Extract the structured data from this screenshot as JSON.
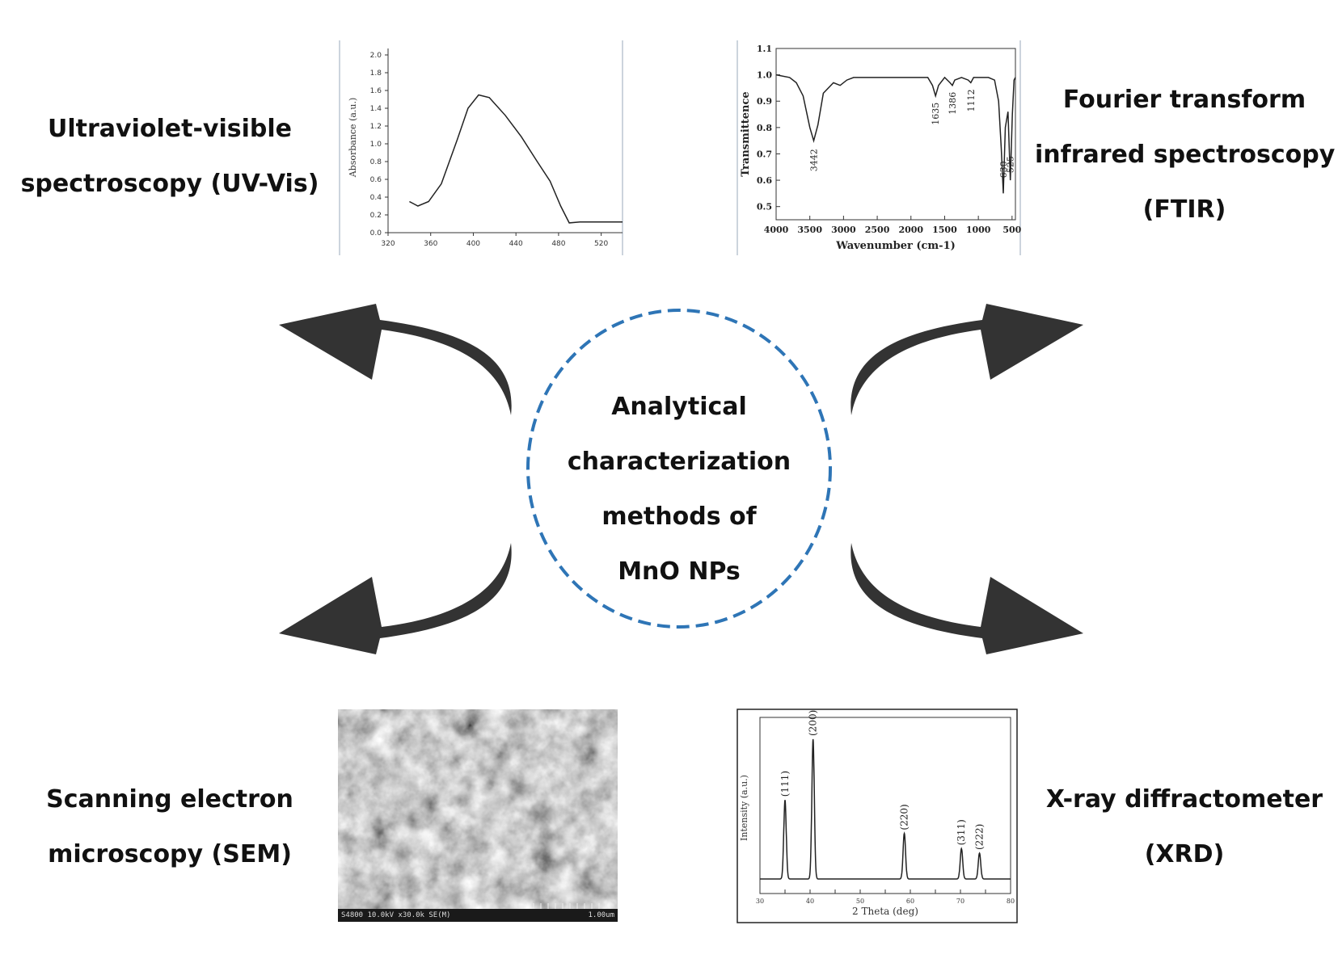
{
  "center": {
    "lines": [
      "Analytical",
      "characterization",
      "methods of",
      "MnO NPs"
    ]
  },
  "labels": {
    "uvvis": [
      "Ultraviolet-visible",
      "spectroscopy (UV-Vis)"
    ],
    "ftir": [
      "Fourier transform",
      "infrared spectroscopy",
      "(FTIR)"
    ],
    "sem": [
      "Scanning electron",
      "microscopy (SEM)"
    ],
    "xrd": [
      "X-ray diffractometer",
      "(XRD)"
    ]
  },
  "sem_image": {
    "info_left": "S4800 10.0kV x30.0k SE(M)",
    "info_right": "1.00um"
  },
  "colors": {
    "circle": "#2e75b6",
    "arrow": "#333333"
  },
  "chart_data": [
    {
      "type": "line",
      "title": "",
      "xlabel": "",
      "ylabel": "Absorbance (a.u.)",
      "xlim": [
        320,
        540
      ],
      "ylim": [
        0.0,
        2.0
      ],
      "xticks": [
        320,
        360,
        400,
        440,
        480,
        520
      ],
      "yticks": [
        "0.0",
        "0.2",
        "0.4",
        "0.6",
        "0.8",
        "1.0",
        "1.2",
        "1.4",
        "1.6",
        "1.8",
        "2.0"
      ],
      "series": [
        {
          "x": [
            340,
            348,
            358,
            370,
            385,
            395,
            405,
            415,
            430,
            445,
            460,
            472,
            482,
            490,
            500,
            520,
            540
          ],
          "y": [
            0.35,
            0.3,
            0.35,
            0.55,
            1.05,
            1.4,
            1.55,
            1.52,
            1.32,
            1.08,
            0.8,
            0.58,
            0.3,
            0.11,
            0.12,
            0.12,
            0.12
          ]
        }
      ]
    },
    {
      "type": "line",
      "title": "",
      "xlabel": "Wavenumber (cm-1)",
      "ylabel": "Transmittence",
      "xlim": [
        4000,
        450
      ],
      "ylim": [
        0.45,
        1.1
      ],
      "xticks": [
        "4000",
        "3500",
        "3000",
        "2500",
        "2000",
        "1500",
        "1000",
        "500"
      ],
      "yticks": [
        "0.5",
        "0.6",
        "0.7",
        "0.8",
        "0.9",
        "1.0",
        "1.1"
      ],
      "annotations": [
        "3442",
        "1635",
        "1386",
        "1112",
        "630",
        "525"
      ],
      "series": [
        {
          "x": [
            4000,
            3800,
            3700,
            3600,
            3500,
            3442,
            3380,
            3300,
            3150,
            3050,
            2950,
            2850,
            2500,
            2000,
            1750,
            1680,
            1635,
            1590,
            1500,
            1420,
            1386,
            1350,
            1250,
            1150,
            1112,
            1070,
            950,
            850,
            760,
            700,
            660,
            630,
            600,
            560,
            525,
            495,
            470,
            450
          ],
          "y": [
            1.0,
            0.99,
            0.97,
            0.92,
            0.8,
            0.75,
            0.81,
            0.93,
            0.97,
            0.96,
            0.98,
            0.99,
            0.99,
            0.99,
            0.99,
            0.96,
            0.92,
            0.96,
            0.99,
            0.97,
            0.96,
            0.98,
            0.99,
            0.98,
            0.97,
            0.99,
            0.99,
            0.99,
            0.98,
            0.9,
            0.72,
            0.55,
            0.8,
            0.86,
            0.6,
            0.85,
            0.98,
            0.99
          ]
        }
      ]
    },
    {
      "type": "line",
      "title": "",
      "xlabel": "2 Theta (deg)",
      "ylabel": "Intensity (a.u.)",
      "xlim": [
        30,
        80
      ],
      "ylim": [
        0,
        100
      ],
      "xticks": [
        "30",
        "35",
        "40",
        "45",
        "50",
        "55",
        "60",
        "65",
        "70",
        "75",
        "80"
      ],
      "peaks": [
        {
          "x": 35.0,
          "y": 52,
          "label": "(111)"
        },
        {
          "x": 40.6,
          "y": 92,
          "label": "(200)"
        },
        {
          "x": 58.8,
          "y": 30,
          "label": "(220)"
        },
        {
          "x": 70.2,
          "y": 20,
          "label": "(311)"
        },
        {
          "x": 73.8,
          "y": 17,
          "label": "(222)"
        }
      ]
    }
  ]
}
